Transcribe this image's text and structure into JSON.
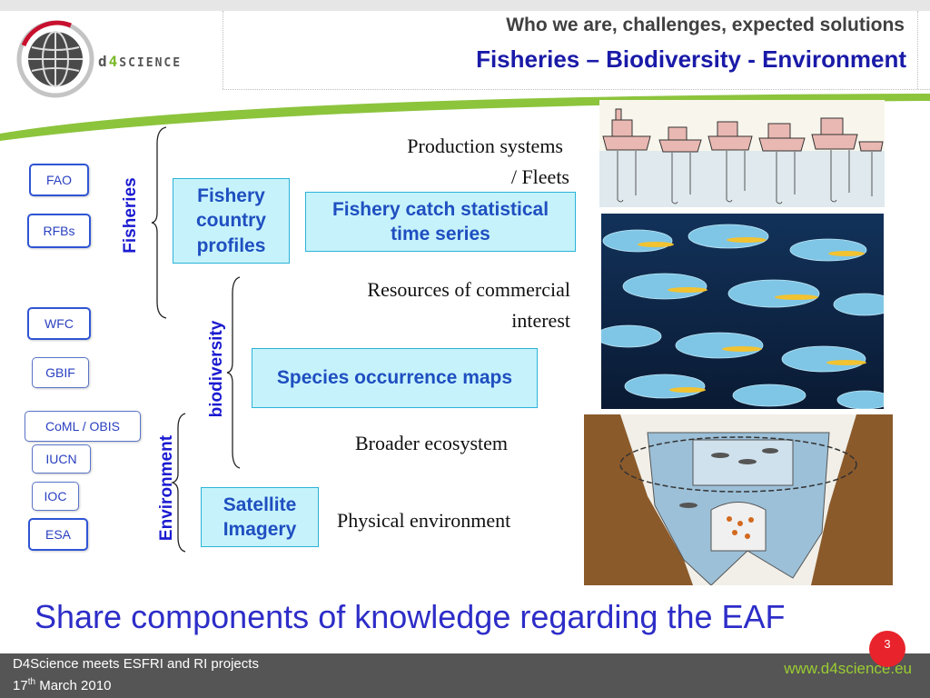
{
  "header": {
    "logo_text_prefix": "d",
    "logo_text_accent": "4",
    "logo_text_suffix": "science",
    "title": "Who we are, challenges, expected solutions",
    "subtitle": "Fisheries – Biodiversity - Environment"
  },
  "agencies": [
    "FAO",
    "RFBs",
    "WFC",
    "GBIF",
    "CoML / OBIS",
    "IUCN",
    "IOC",
    "ESA"
  ],
  "categories": {
    "fisheries": "Fisheries",
    "biodiversity": "biodiversity",
    "environment": "Environment"
  },
  "boxes": {
    "fishery_profiles": "Fishery country profiles",
    "fishery_catch": "Fishery catch statistical time series",
    "species_maps": "Species occurrence maps",
    "satellite": "Satellite Imagery"
  },
  "descriptions": {
    "production_line1": "Production systems",
    "production_line2": "/ Fleets",
    "resources_line1": "Resources of commercial",
    "resources_line2": "interest",
    "ecosystem": "Broader ecosystem",
    "physical": "Physical environment"
  },
  "tagline": "Share components of knowledge regarding the EAF",
  "footer": {
    "event": "D4Science meets ESFRI and RI projects",
    "date_day": "17",
    "date_suffix": "th",
    "date_rest": " March 2010",
    "url": "www.d4science.eu"
  },
  "page_number": "3",
  "colors": {
    "accent_green": "#7ab929",
    "title_blue": "#1a1aa8",
    "box_fill": "#c6f3fb",
    "footer_gray": "#555555",
    "page_badge": "#e8232b"
  }
}
